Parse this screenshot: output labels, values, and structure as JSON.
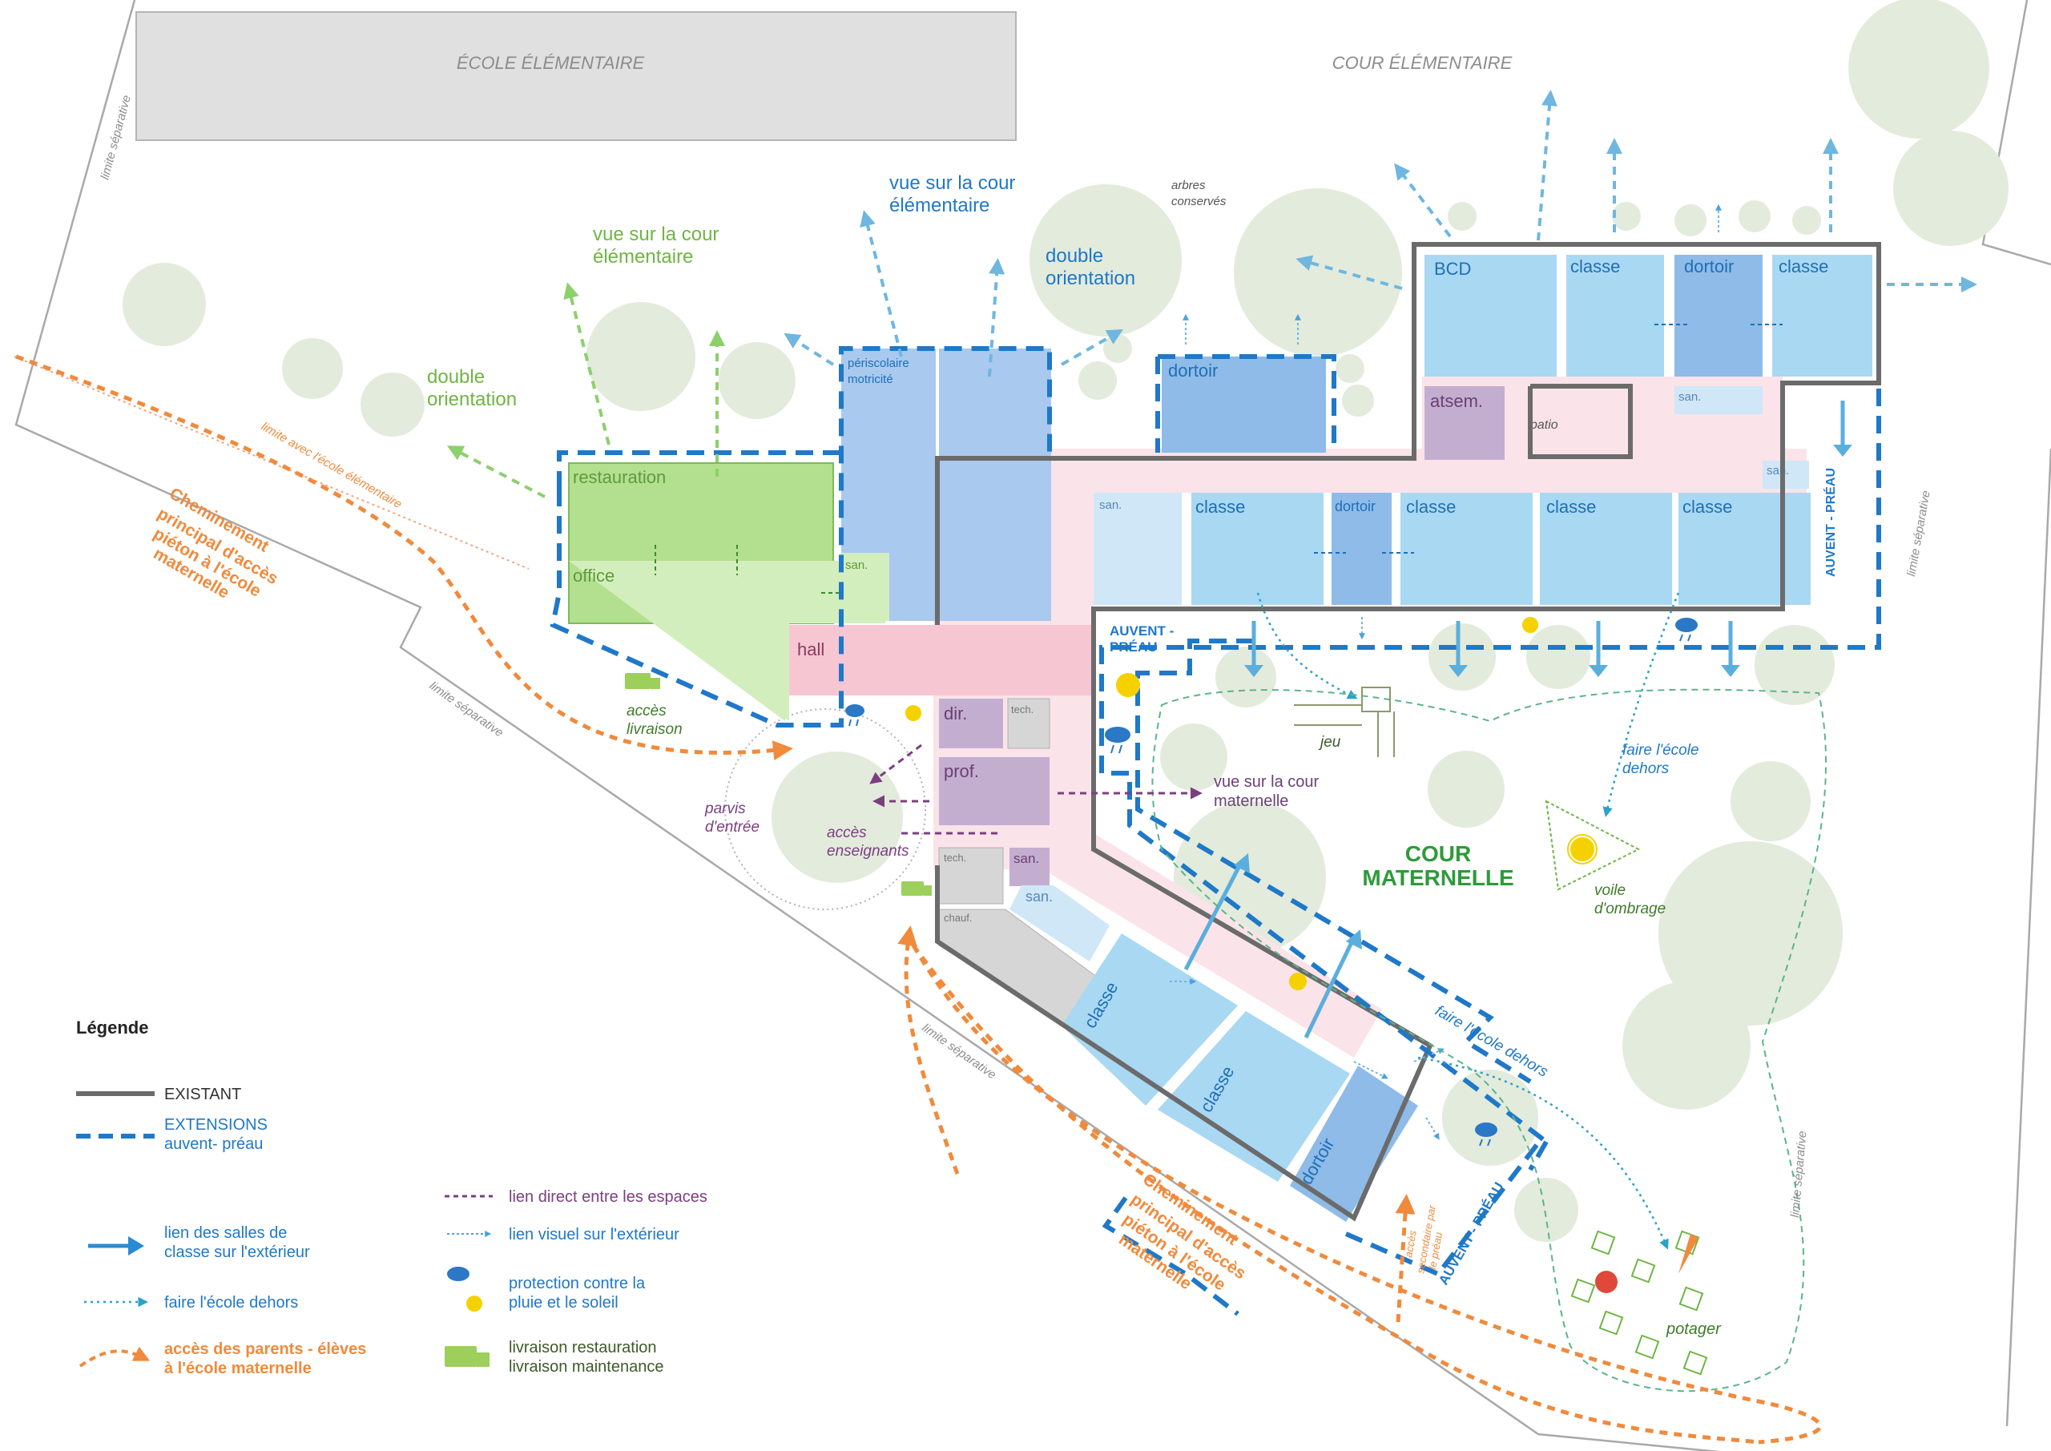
{
  "site": {
    "ecole_elementaire": "ÉCOLE ÉLÉMENTAIRE",
    "cour_elementaire": "COUR ÉLÉMENTAIRE",
    "cour_maternelle": [
      "COUR",
      "MATERNELLE"
    ],
    "arbres_conserves": [
      "arbres",
      "conservés"
    ],
    "limite_separative": "limite séparative",
    "limite_ecole_elementaire": "limite avec l'école élémentaire",
    "cheminement": [
      "Cheminement",
      "principal d'accès",
      "piéton à l'école",
      "maternelle"
    ],
    "acces_secondaire": [
      "accès",
      "secondaire par",
      "le préau"
    ]
  },
  "rooms": {
    "restauration": "restauration",
    "office": "office",
    "hall": "hall",
    "periscolaire": [
      "périscolaire",
      "motricité"
    ],
    "dortoir": "dortoir",
    "bcd": "BCD",
    "classe": "classe",
    "atsem": "atsem.",
    "patio": "patio",
    "san": "san.",
    "tech": "tech.",
    "dir": "dir.",
    "prof": "prof.",
    "chauf": "chauf."
  },
  "annotations": {
    "vue_cour_elem": [
      "vue sur la cour",
      "élémentaire"
    ],
    "double_orientation": [
      "double",
      "orientation"
    ],
    "auvent_preau": [
      "AUVENT -",
      "PRÉAU"
    ],
    "auvent_preau_vertical": "AUVENT - PRÉAU",
    "acces_livraison": [
      "accès",
      "livraison"
    ],
    "parvis": [
      "parvis",
      "d'entrée"
    ],
    "acces_enseignants": [
      "accès",
      "enseignants"
    ],
    "vue_cour_maternelle": [
      "vue sur la cour",
      "maternelle"
    ],
    "jeu": "jeu",
    "faire_ecole_dehors": [
      "faire l'école",
      "dehors"
    ],
    "faire_ecole_dehors_long": "faire l'école dehors",
    "voile": [
      "voile",
      "d'ombrage"
    ],
    "potager": "potager"
  },
  "legend": {
    "title": "Légende",
    "existant": "EXISTANT",
    "extensions": [
      "EXTENSIONS",
      "auvent- préau"
    ],
    "lien_salles": [
      "lien des salles de",
      "classe sur l'extérieur"
    ],
    "faire_dehors": "faire l'école dehors",
    "acces_parents": [
      "accès des parents - élèves",
      "à l'école maternelle"
    ],
    "lien_direct": "lien direct entre les espaces",
    "lien_visuel": "lien visuel sur l'extérieur",
    "protection": [
      "protection contre la",
      "pluie et le soleil"
    ],
    "livraison": [
      "livraison restauration",
      "livraison maintenance"
    ]
  },
  "colors": {
    "existing_wall": "#6b6b6b",
    "extension": "#1f78c8",
    "classroom": "#a9d8f3",
    "dortoir": "#8fbbe8",
    "restauration": "#b3e08f",
    "circulation": "#fbe3ea",
    "hall": "#f7c6d3",
    "admin": "#c4aed0",
    "technical": "#d6d6d6",
    "tree": "#e3ebdc",
    "parent_path": "#f08a3c",
    "green_text": "#6fb544",
    "direct_link": "#7b3f80",
    "sun": "#f5d100"
  }
}
